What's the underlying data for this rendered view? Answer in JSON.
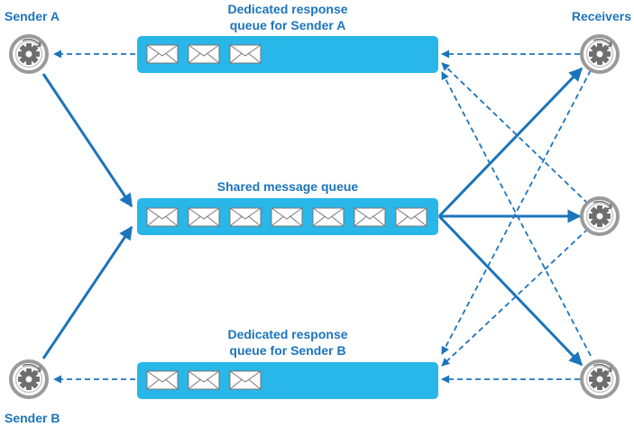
{
  "senders": {
    "a_label": "Sender A",
    "b_label": "Sender B"
  },
  "receivers": {
    "label": "Receivers"
  },
  "queues": {
    "response_a": {
      "title_line1": "Dedicated response",
      "title_line2": "queue for Sender A",
      "message_count": 3
    },
    "shared": {
      "title": "Shared message queue",
      "message_count": 7
    },
    "response_b": {
      "title_line1": "Dedicated response",
      "title_line2": "queue for Sender B",
      "message_count": 3
    }
  },
  "colors": {
    "accent": "#1c74bc",
    "queue_fill": "#29b6e8",
    "envelope_fill": "#ffffff",
    "node_ring": "#8d8d8d",
    "gear": "#6e6e6e"
  },
  "icons": [
    "gear-icon",
    "envelope-icon"
  ]
}
